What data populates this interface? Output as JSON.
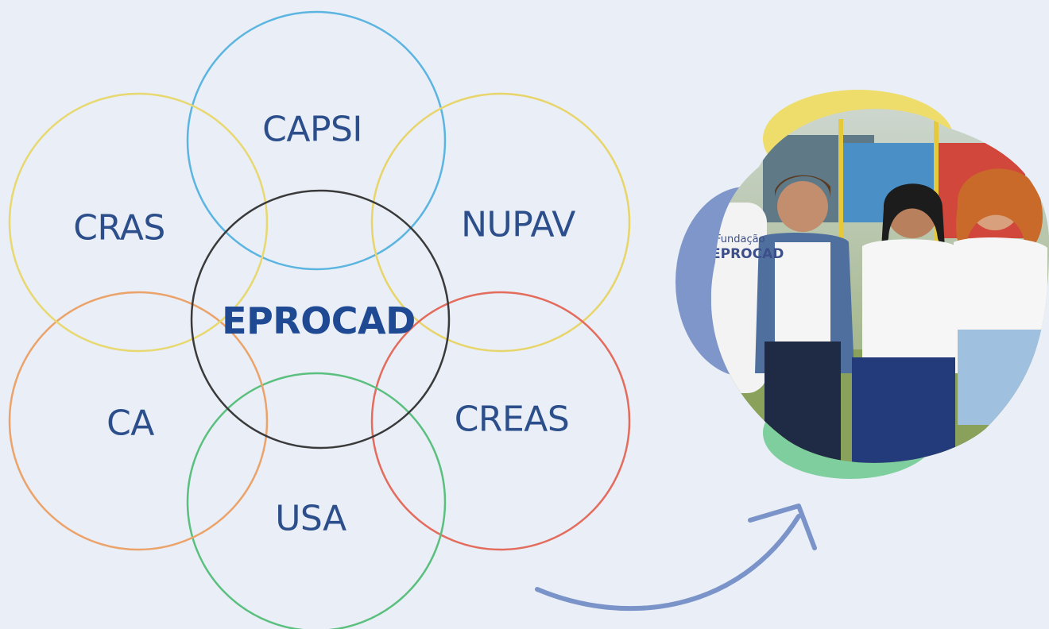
{
  "diagram": {
    "center": {
      "label": "EPROCAD",
      "color": "#3a3a3a"
    },
    "nodes": [
      {
        "label": "CAPSI",
        "color": "#5bb5e0"
      },
      {
        "label": "NUPAV",
        "color": "#e8d56a"
      },
      {
        "label": "CREAS",
        "color": "#e36c5c"
      },
      {
        "label": "USA",
        "color": "#5bbf7e"
      },
      {
        "label": "CA",
        "color": "#eba36a"
      },
      {
        "label": "CRAS",
        "color": "#e8d870"
      }
    ]
  },
  "photo": {
    "description_icon": "people-photo-icon",
    "shirt_text": "Fundação EPROCAD",
    "blob_colors": {
      "blue": "#7e96c9",
      "yellow": "#eedd6a",
      "green": "#7fcf9e"
    }
  },
  "arrow": {
    "color": "#7a93c8"
  }
}
